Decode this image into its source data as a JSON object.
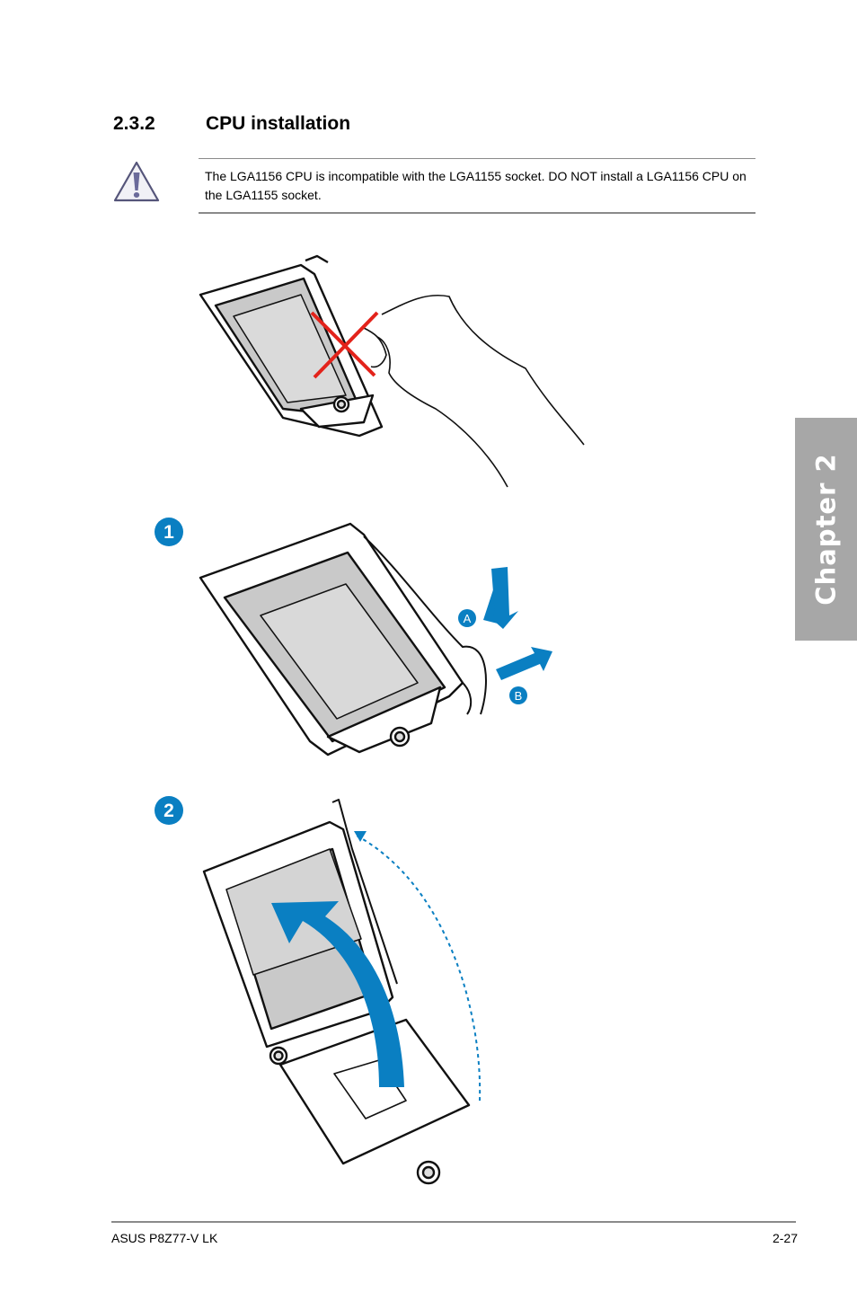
{
  "section": {
    "number": "2.3.2",
    "title": "CPU installation"
  },
  "note": {
    "icon": "warning-triangle-icon",
    "text": "The LGA1156 CPU is incompatible with the LGA1155 socket. DO NOT install a LGA1156 CPU on the LGA1155 socket."
  },
  "steps": [
    {
      "badge": "1",
      "labels": [
        "A",
        "B"
      ]
    },
    {
      "badge": "2"
    }
  ],
  "side_tab": {
    "label": "Chapter 2"
  },
  "footer": {
    "left": "ASUS P8Z77-V LK",
    "right": "2-27"
  },
  "colors": {
    "accent_blue": "#0a7fc2",
    "tab_gray": "#a7a7a7",
    "cross_red": "#e3231b",
    "socket_gray": "#d4d4d4"
  }
}
